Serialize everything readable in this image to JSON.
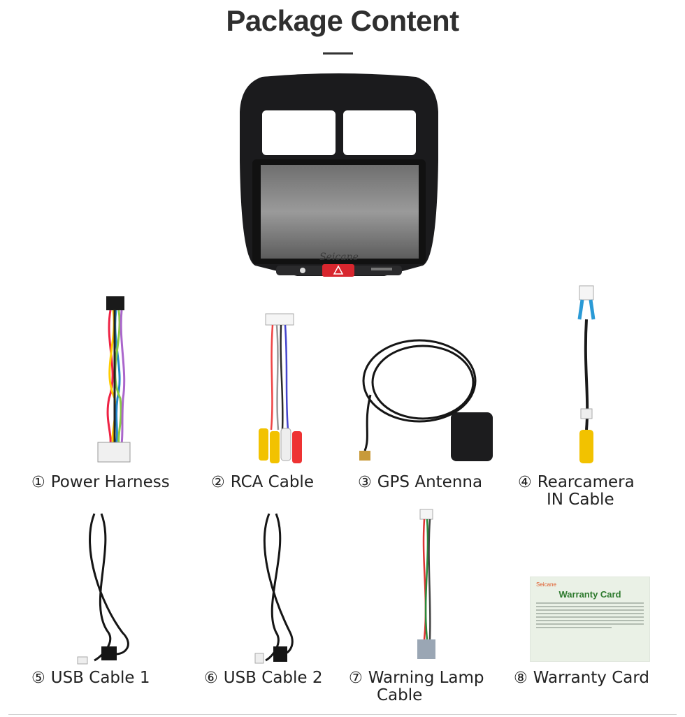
{
  "header": {
    "title": "Package Content"
  },
  "hero": {
    "screen_brand": "Seicane"
  },
  "items": [
    {
      "num": "①",
      "label": "Power Harness",
      "label2": ""
    },
    {
      "num": "②",
      "label": "RCA Cable",
      "label2": ""
    },
    {
      "num": "③",
      "label": "GPS Antenna",
      "label2": ""
    },
    {
      "num": "④",
      "label": "Rearcamera",
      "label2": "IN Cable"
    },
    {
      "num": "⑤",
      "label": "USB Cable 1",
      "label2": ""
    },
    {
      "num": "⑥",
      "label": "USB Cable 2",
      "label2": ""
    },
    {
      "num": "⑦",
      "label": "Warning Lamp",
      "label2": "Cable"
    },
    {
      "num": "⑧",
      "label": "Warranty Card",
      "label2": ""
    }
  ],
  "warranty_card": {
    "brand": "Seicane",
    "title": "Warranty Card"
  },
  "colors": {
    "frame": "#1b1b1d",
    "screen": "#8a8a8a",
    "hazard": "#d8262e",
    "card_bg": "#eaf1e6",
    "card_title": "#2e7a2e"
  }
}
